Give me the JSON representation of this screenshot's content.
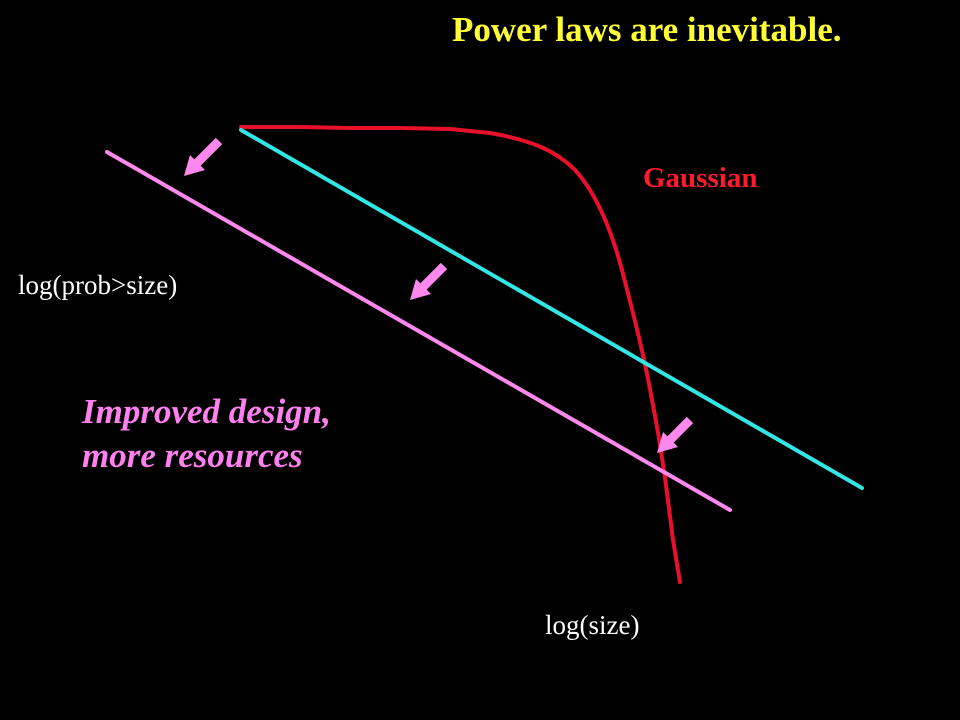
{
  "title": "Power laws are inevitable.",
  "labels": {
    "gaussian": "Gaussian",
    "y_axis": "log(prob>size)",
    "x_axis": "log(size)"
  },
  "annotation": {
    "line1": "Improved design,",
    "line2": "more resources"
  },
  "colors": {
    "background": "#000000",
    "title": "#ffff33",
    "gaussian_curve": "#e8102a",
    "power_law_line": "#33e6e6",
    "improved_line": "#ff88ee",
    "arrows": "#ff88ee",
    "axis_labels": "#ffffff"
  },
  "curves": [
    {
      "name": "gaussian-curve",
      "kind": "gaussian",
      "color_key": "gaussian_curve"
    },
    {
      "name": "power-law-line",
      "kind": "straight",
      "color_key": "power_law_line"
    },
    {
      "name": "improved-power-law-line",
      "kind": "straight",
      "color_key": "improved_line"
    }
  ],
  "arrows": [
    {
      "name": "shift-arrow-top",
      "direction": "down-left"
    },
    {
      "name": "shift-arrow-middle",
      "direction": "down-left"
    },
    {
      "name": "shift-arrow-bottom",
      "direction": "down-left"
    }
  ]
}
